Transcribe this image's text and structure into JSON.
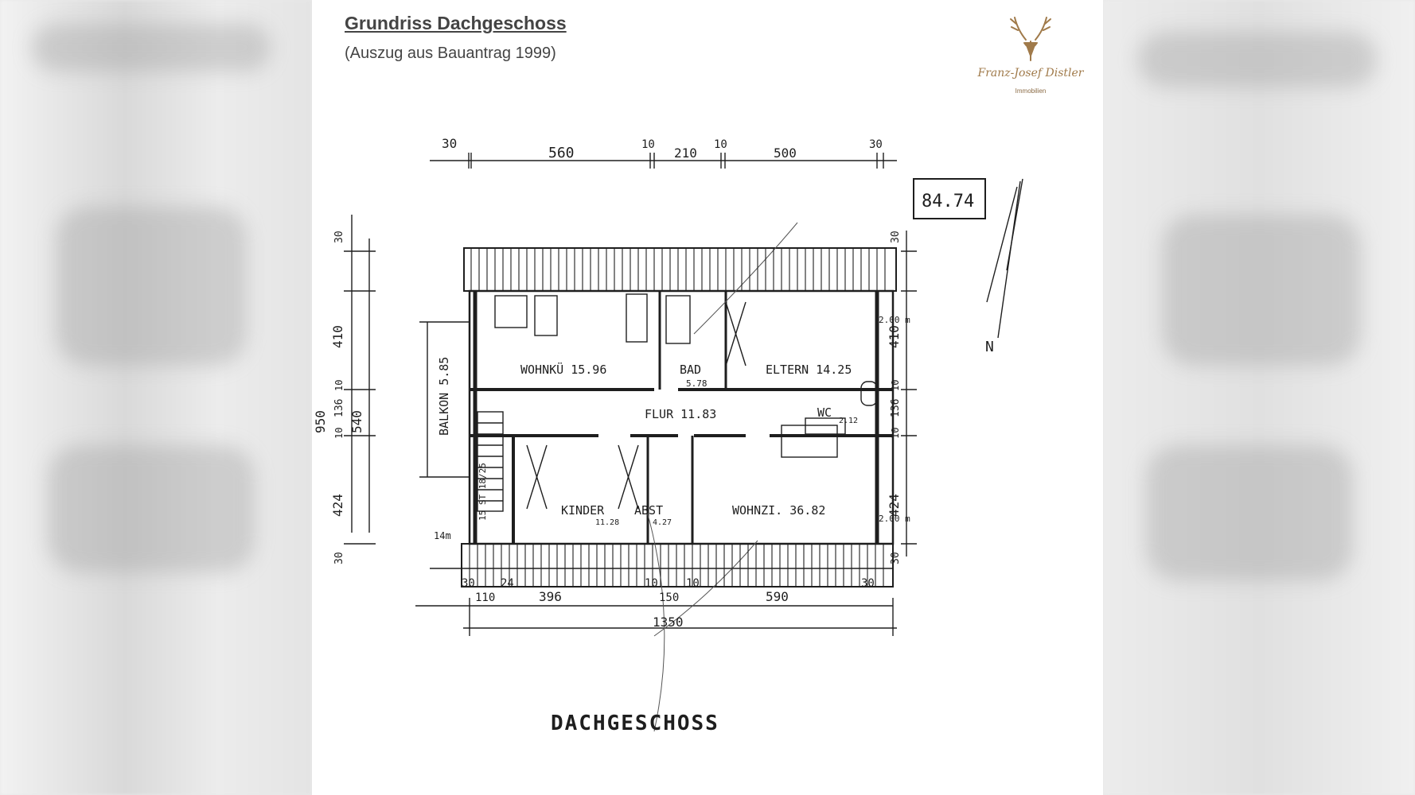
{
  "header": {
    "title": "Grundriss Dachgeschoss",
    "subtitle": "(Auszug aus Bauantrag 1999)"
  },
  "logo": {
    "name": "Franz-Josef Distler",
    "tagline": "Immobilien",
    "icon": "deer-head-icon",
    "color": "#a07a4a"
  },
  "plan": {
    "caption": "DACHGESCHOSS",
    "stamp": "84.74",
    "north": "N",
    "top_dims": [
      "30",
      "560",
      "10",
      "210",
      "10",
      "500",
      "30"
    ],
    "bottom_dims": [
      "30",
      "24",
      "110",
      "396",
      "10",
      "150",
      "10",
      "590",
      "30"
    ],
    "total_width": "1350",
    "left_dims": [
      "30",
      "410",
      "10",
      "136",
      "10",
      "424",
      "30"
    ],
    "left_outer": [
      "950",
      "540"
    ],
    "right_dims": [
      "30",
      "410",
      "10",
      "136",
      "10",
      "424",
      "30"
    ],
    "rooms": {
      "wohnku": "WOHNKÜ 15.96",
      "bad": "BAD",
      "bad_area": "5.78",
      "eltern": "ELTERN 14.25",
      "flur": "FLUR 11.83",
      "wc": "WC",
      "wc_area": "2.12",
      "kinder": "KINDER",
      "kinder_area": "11.28",
      "abst": "ABST",
      "abst_area": "4.27",
      "wohnzi": "WOHNZI. 36.82",
      "balkon": "BALKON 5.85",
      "stairs": "15 ST 18/25"
    },
    "notes": {
      "ceiling_top": "2.00 m",
      "ceiling_bottom": "2.00 m",
      "balcony_small": "14m"
    }
  }
}
